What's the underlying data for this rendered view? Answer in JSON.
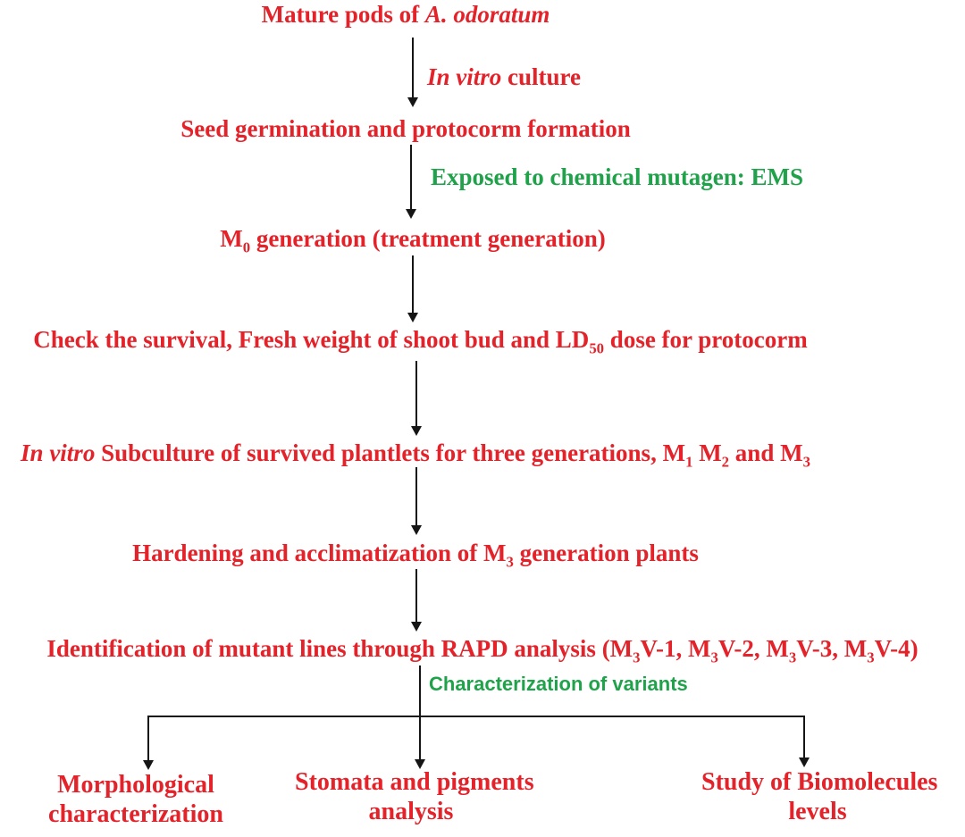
{
  "diagram": {
    "colors": {
      "red": "#e4222a",
      "green": "#1fa24a",
      "line": "#151515"
    },
    "nodes": {
      "mature_pods": {
        "runs": [
          {
            "t": "Mature pods of "
          },
          {
            "t": "A. odoratum",
            "i": true
          }
        ]
      },
      "seed_germination": {
        "runs": [
          {
            "t": "Seed germination and protocorm formation"
          }
        ]
      },
      "m0_generation": {
        "runs": [
          {
            "t": "M"
          },
          {
            "t": "0",
            "sub": true
          },
          {
            "t": " generation (treatment generation)"
          }
        ]
      },
      "check_survival": {
        "runs": [
          {
            "t": "Check the survival, Fresh weight of shoot bud and LD"
          },
          {
            "t": "50",
            "sub": true
          },
          {
            "t": " dose for protocorm"
          }
        ]
      },
      "subculture": {
        "runs": [
          {
            "t": "In vitro",
            "i": true
          },
          {
            "t": " Subculture of survived plantlets for three generations, M"
          },
          {
            "t": "1",
            "sub": true
          },
          {
            "t": " M"
          },
          {
            "t": "2",
            "sub": true
          },
          {
            "t": " and M"
          },
          {
            "t": "3",
            "sub": true
          }
        ]
      },
      "hardening": {
        "runs": [
          {
            "t": "Hardening and acclimatization of M"
          },
          {
            "t": "3",
            "sub": true
          },
          {
            "t": " generation plants"
          }
        ]
      },
      "identification": {
        "runs": [
          {
            "t": "Identification of mutant lines through RAPD analysis (M"
          },
          {
            "t": "3",
            "sub": true
          },
          {
            "t": "V-1, M"
          },
          {
            "t": "3",
            "sub": true
          },
          {
            "t": "V-2, M"
          },
          {
            "t": "3",
            "sub": true
          },
          {
            "t": "V-3, M"
          },
          {
            "t": "3",
            "sub": true
          },
          {
            "t": "V-4)"
          }
        ]
      },
      "morphological": {
        "lines": [
          "Morphological",
          "characterization"
        ]
      },
      "stomata": {
        "lines": [
          "Stomata and pigments",
          "analysis"
        ]
      },
      "biomolecules": {
        "lines": [
          "Study of Biomolecules",
          "levels"
        ]
      }
    },
    "edge_labels": {
      "invitro_culture": {
        "runs": [
          {
            "t": "In vitro",
            "i": true
          },
          {
            "t": " culture"
          }
        ]
      },
      "ems": {
        "runs": [
          {
            "t": "Exposed to chemical mutagen: EMS"
          }
        ]
      },
      "characterization": {
        "runs": [
          {
            "t": "Characterization of variants"
          }
        ]
      }
    }
  }
}
